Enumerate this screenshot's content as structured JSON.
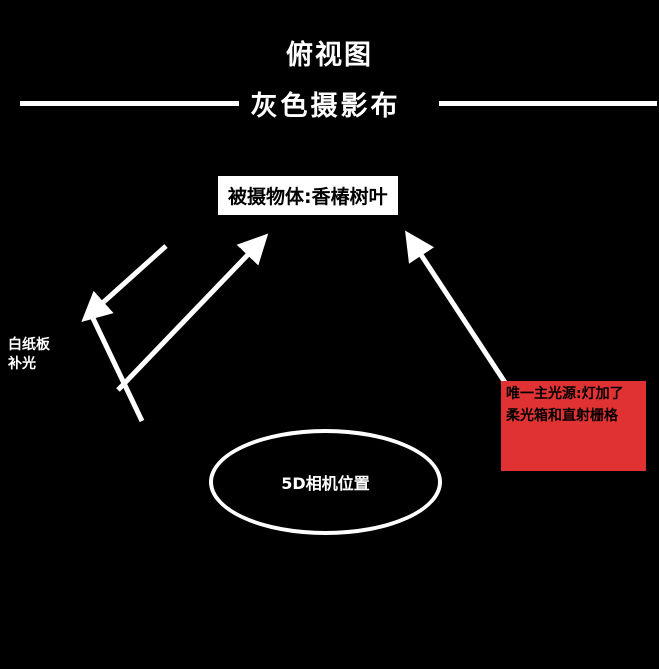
{
  "title": "俯视图",
  "backdrop": {
    "label": "灰色摄影布"
  },
  "subject": {
    "label": "被摄物体:香椿树叶"
  },
  "fill_board": {
    "line1": "白纸板",
    "line2": "补光"
  },
  "main_light": {
    "line1": "唯一主光源:灯加了",
    "line2": "柔光箱和直射栅格"
  },
  "camera": {
    "label": "5D相机位置"
  },
  "colors": {
    "background": "#000000",
    "foreground": "#ffffff",
    "subject_box_background": "#ffffff",
    "main_light_box_background": "#e03232"
  }
}
